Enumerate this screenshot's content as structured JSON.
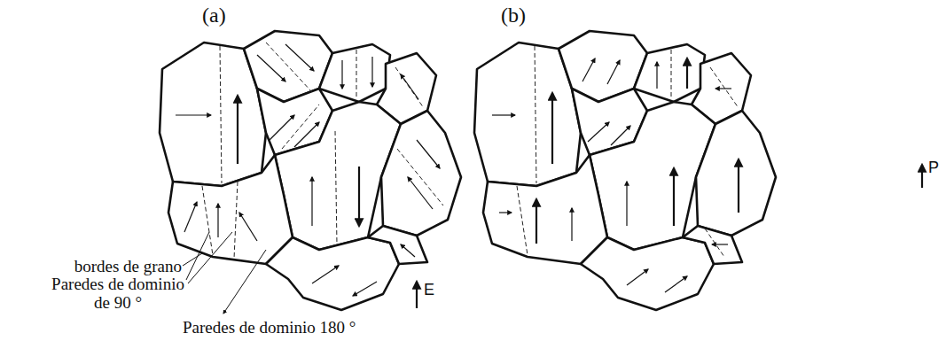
{
  "diagram": {
    "labels": [
      "(a)",
      "(b)",
      "P",
      "bordes de grano",
      "Paredes de dominio de 90 °",
      "E",
      "Paredes de dominio 180 °"
    ]
  }
}
